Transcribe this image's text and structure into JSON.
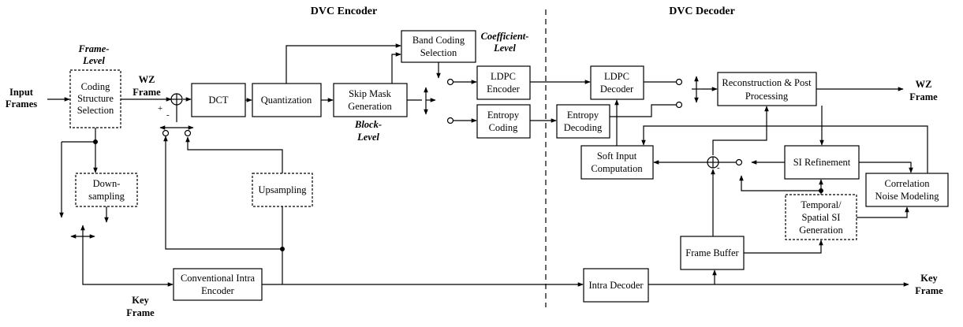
{
  "headers": {
    "encoder": "DVC Encoder",
    "decoder": "DVC Decoder"
  },
  "labels": {
    "input_frames": [
      "Input",
      "Frames"
    ],
    "frame_level": [
      "Frame-",
      "Level"
    ],
    "wz_frame_in": [
      "WZ",
      "Frame"
    ],
    "plus": "+",
    "minus": "-",
    "minus_dec": "-",
    "coefficient_level": [
      "Coefficient-",
      "Level"
    ],
    "block_level": [
      "Block-",
      "Level"
    ],
    "key_frame_in": [
      "Key",
      "Frame"
    ],
    "wz_frame_out": [
      "WZ",
      "Frame"
    ],
    "key_frame_out": [
      "Key",
      "Frame"
    ]
  },
  "blocks": {
    "coding_structure": [
      "Coding",
      "Structure",
      "Selection"
    ],
    "downsampling": [
      "Down-",
      "sampling"
    ],
    "dct": [
      "DCT"
    ],
    "quantization": [
      "Quantization"
    ],
    "skip_mask": [
      "Skip Mask",
      "Generation"
    ],
    "band_coding": [
      "Band Coding",
      "Selection"
    ],
    "ldpc_encoder": [
      "LDPC",
      "Encoder"
    ],
    "entropy_coding": [
      "Entropy",
      "Coding"
    ],
    "upsampling": [
      "Upsampling"
    ],
    "conv_intra_encoder": [
      "Conventional Intra",
      "Encoder"
    ],
    "ldpc_decoder": [
      "LDPC",
      "Decoder"
    ],
    "entropy_decoding": [
      "Entropy",
      "Decoding"
    ],
    "reconstruction": [
      "Reconstruction & Post",
      "Processing"
    ],
    "soft_input": [
      "Soft Input",
      "Computation"
    ],
    "si_refinement": [
      "SI Refinement"
    ],
    "correlation_noise": [
      "Correlation",
      "Noise Modeling"
    ],
    "temporal_si": [
      "Temporal/",
      "Spatial SI",
      "Generation"
    ],
    "frame_buffer": [
      "Frame Buffer"
    ],
    "intra_decoder": [
      "Intra Decoder"
    ]
  }
}
